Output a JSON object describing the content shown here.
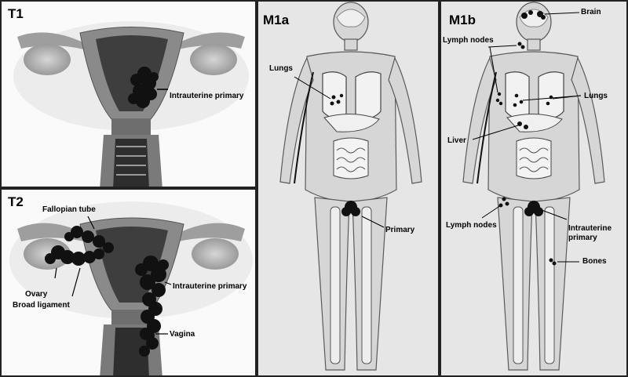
{
  "panels": {
    "t1": {
      "title": "T1",
      "labels": {
        "intrauterine_primary": "Intrauterine primary"
      }
    },
    "t2": {
      "title": "T2",
      "labels": {
        "fallopian_tube": "Fallopian tube",
        "ovary": "Ovary",
        "broad_ligament": "Broad ligament",
        "intrauterine_primary": "Intrauterine primary",
        "vagina": "Vagina"
      }
    },
    "m1a": {
      "title": "M1a",
      "labels": {
        "lungs": "Lungs",
        "primary": "Primary"
      }
    },
    "m1b": {
      "title": "M1b",
      "labels": {
        "brain": "Brain",
        "lymph_nodes_upper": "Lymph nodes",
        "lungs": "Lungs",
        "liver": "Liver",
        "lymph_nodes_lower": "Lymph nodes",
        "intrauterine_primary_line1": "Intrauterine",
        "intrauterine_primary_line2": "primary",
        "bones": "Bones"
      }
    }
  },
  "colors": {
    "tissue": "#8c8c8c",
    "tissue_dark": "#4a4a4a",
    "body_fill": "#d4d4d4",
    "tumor": "#111111",
    "outline": "#2a2a2a"
  }
}
